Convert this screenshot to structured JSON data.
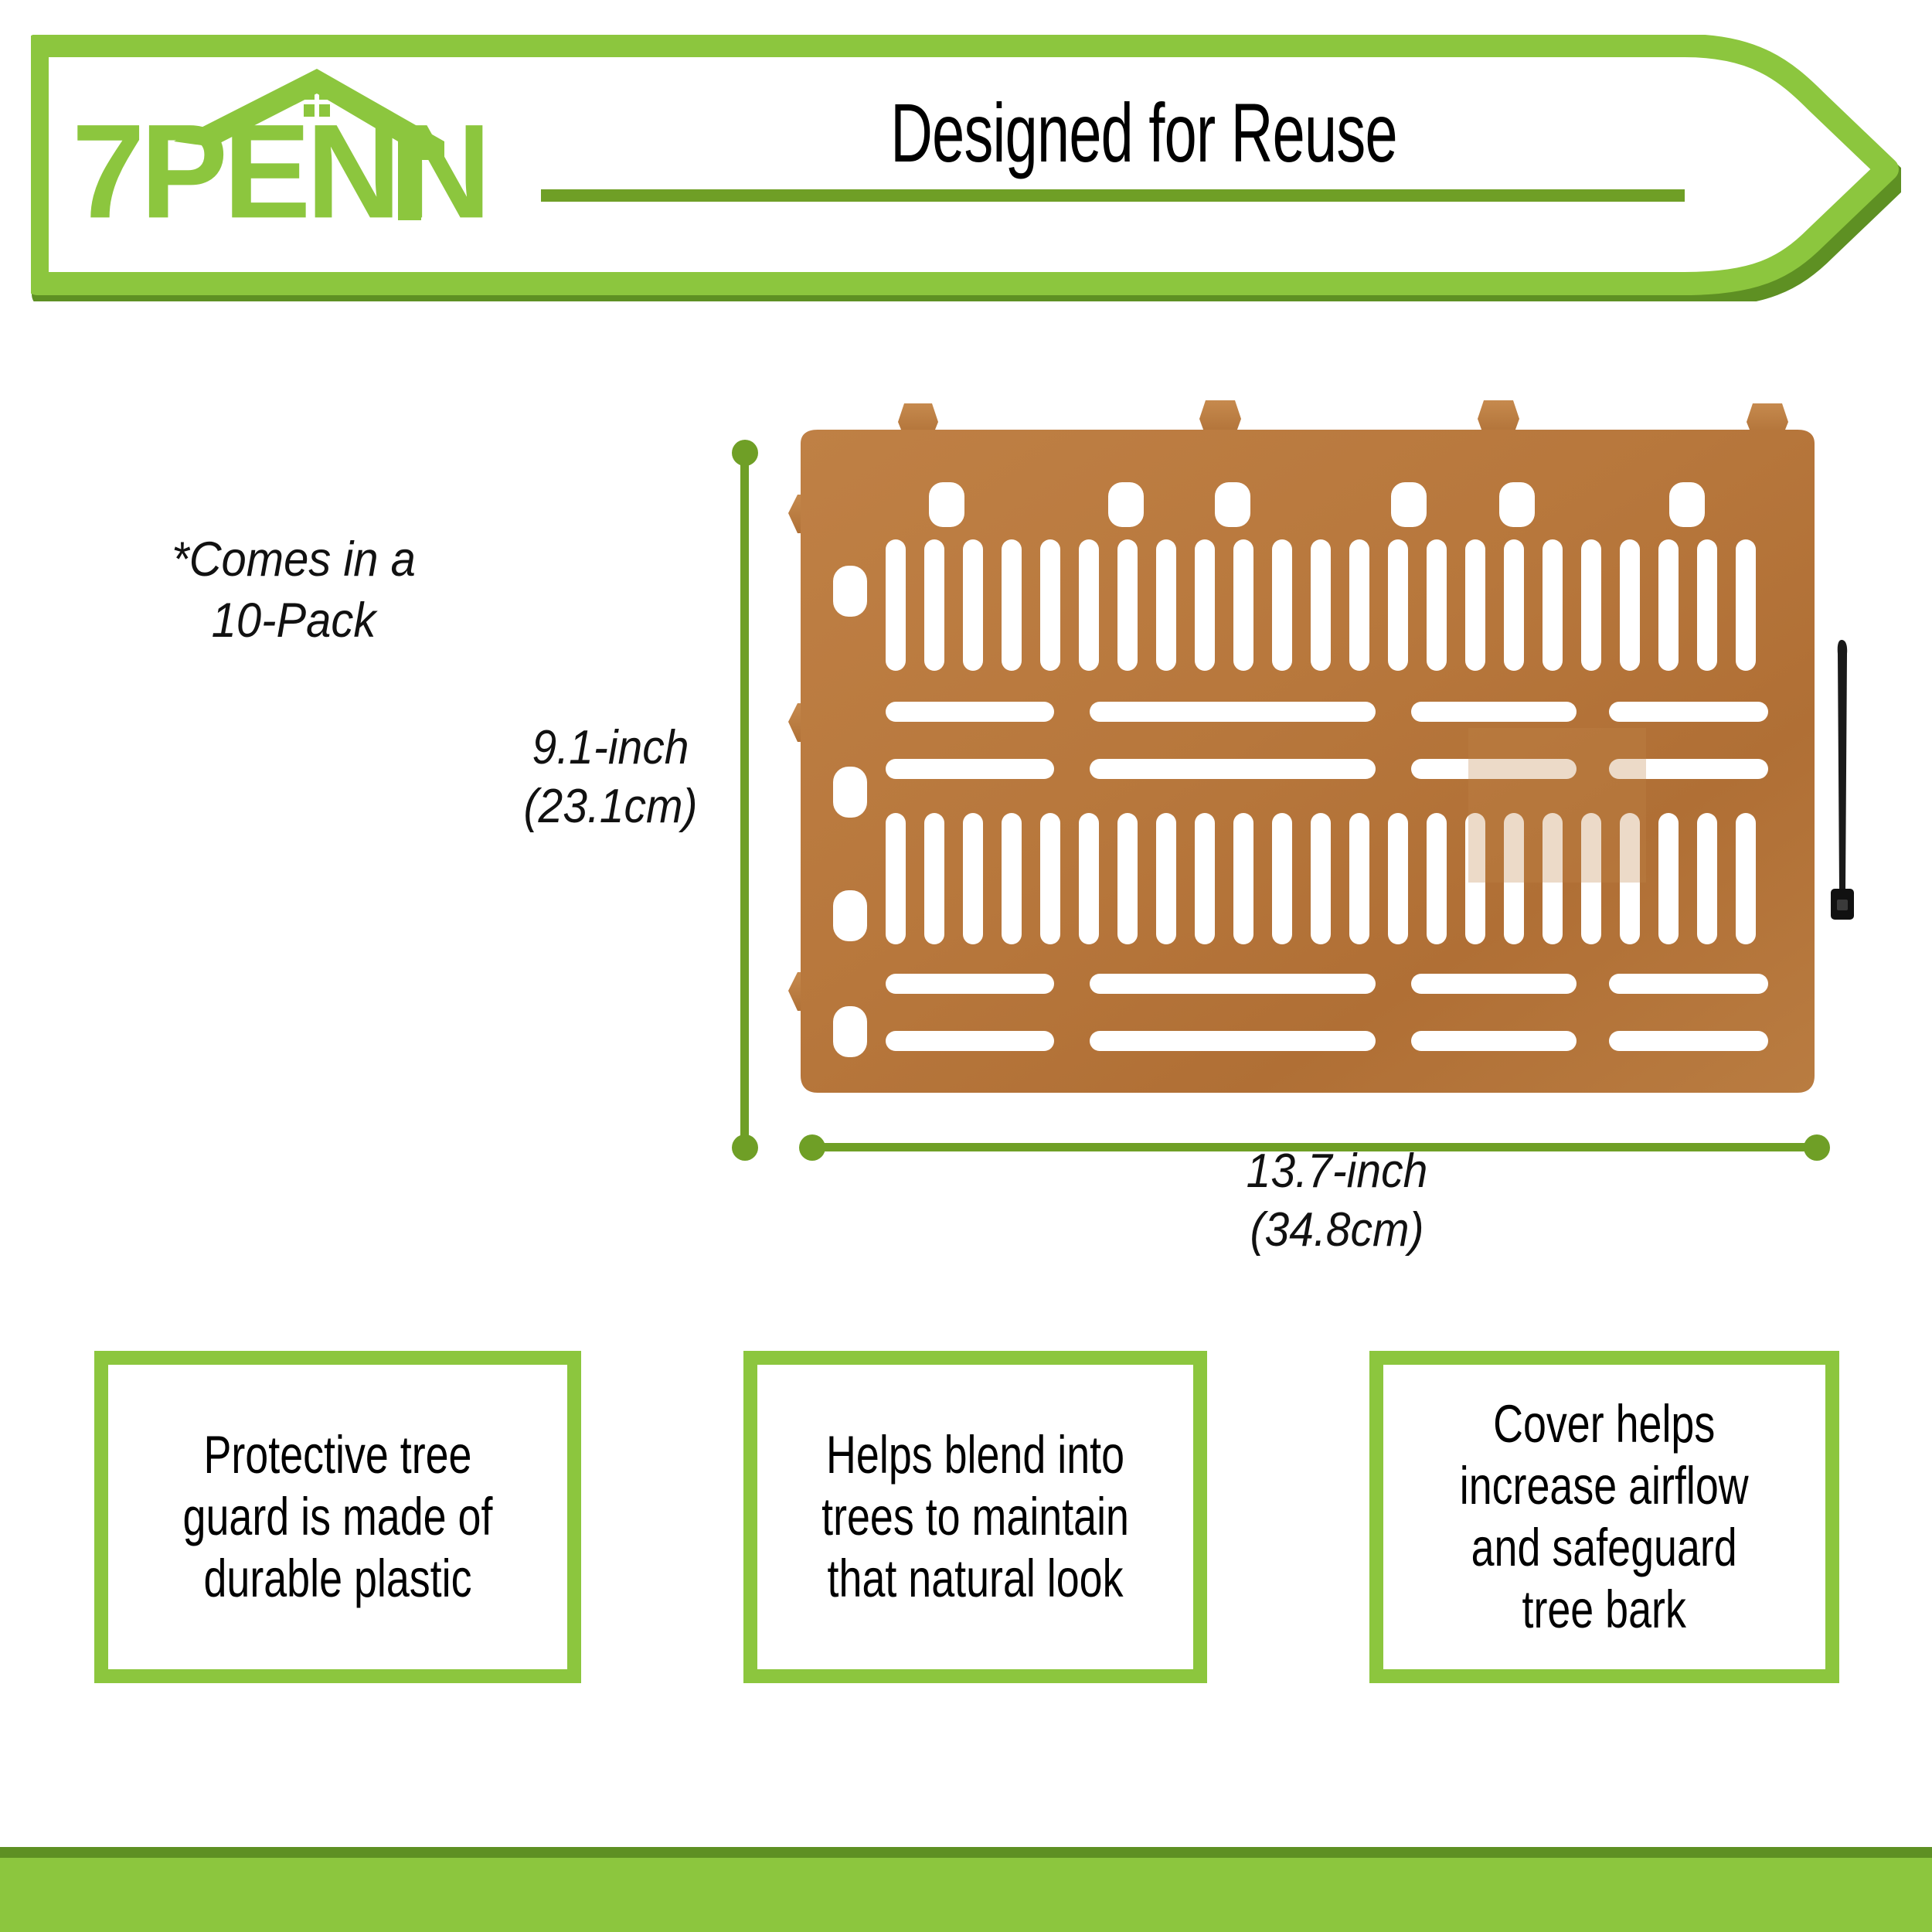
{
  "brand": {
    "logo_text": "7PENN",
    "logo_icon": "house-roof-icon",
    "accent_green": "#8cc63e",
    "dark_green": "#5e9023",
    "dim_green": "#6f9f26",
    "product_brown": "#b8783e"
  },
  "header": {
    "title": "Designed for Reuse",
    "shape": "right-arrow-banner"
  },
  "notes": {
    "pack_note_line1": "*Comes in a",
    "pack_note_line2": "10-Pack"
  },
  "dimensions": {
    "height_line1": "9.1-inch",
    "height_line2": "(23.1cm)",
    "width_line1": "13.7-inch",
    "width_line2": "(34.8cm)"
  },
  "product": {
    "name": "tree-guard-panel",
    "color": "#b8783e",
    "accessory": "black-zip-tie",
    "top_tabs": 4,
    "left_tabs": 3,
    "top_holes": 6
  },
  "features": [
    {
      "id": "feature-durable-plastic",
      "text": "Protective tree\nguard is made of\ndurable plastic"
    },
    {
      "id": "feature-natural-look",
      "text": "Helps blend into\ntrees to maintain\nthat natural look"
    },
    {
      "id": "feature-airflow",
      "text": "Cover helps\nincrease airflow\nand safeguard\ntree bark"
    }
  ]
}
